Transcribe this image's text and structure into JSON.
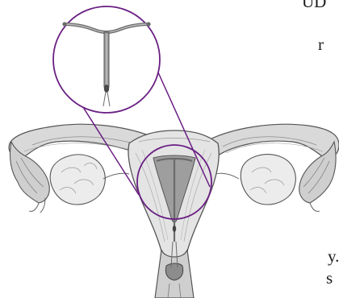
{
  "edge_text": {
    "line1": "UD",
    "line2": "r",
    "line3": "y.",
    "line4": "s"
  },
  "colors": {
    "magnifier_ring": "#6a1f83",
    "tissue_light": "#dedede",
    "tissue_mid": "#b9b9b9",
    "tissue_dark": "#8c8c8c",
    "outline": "#555555",
    "iud": "#6b6b6b"
  },
  "icons": {
    "magnifier": "magnified-iud-inset",
    "anatomy": "uterus-with-iud-illustration"
  }
}
